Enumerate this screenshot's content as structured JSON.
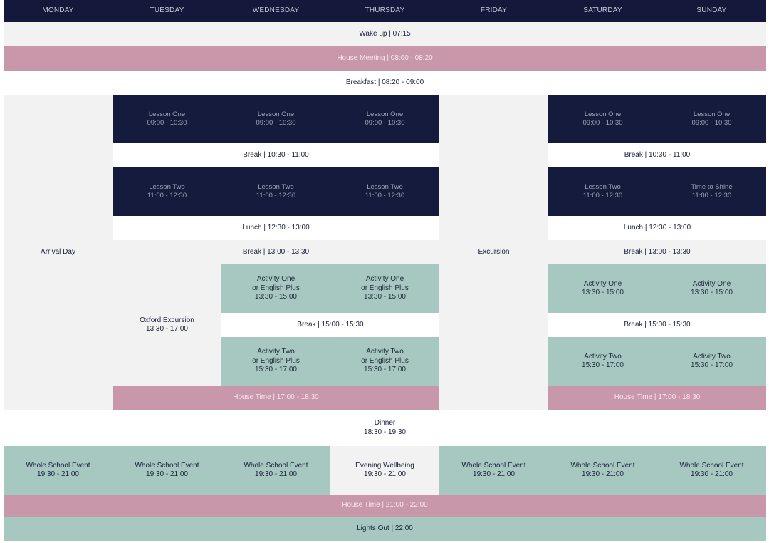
{
  "days": [
    "MONDAY",
    "TUESDAY",
    "WEDNESDAY",
    "THURSDAY",
    "FRIDAY",
    "SATURDAY",
    "SUNDAY"
  ],
  "wake_up": "Wake up | 07:15",
  "house_meeting": "House Meeting | 08:00 - 08:20",
  "breakfast": "Breakfast | 08:20 - 09:00",
  "arrival_day": "Arrival Day",
  "excursion": "Excursion",
  "lesson_one": {
    "tue": "Lesson One\n09:00 - 10:30",
    "wed": "Lesson One\n09:00 - 10:30",
    "thu": "Lesson One\n09:00 - 10:30",
    "sat": "Lesson One\n09:00 - 10:30",
    "sun": "Lesson One\n09:00 - 10:30"
  },
  "break_morning": "Break | 10:30 - 11:00",
  "lesson_two": {
    "tue": "Lesson Two\n11:00 - 12:30",
    "wed": "Lesson Two\n11:00 - 12:30",
    "thu": "Lesson Two\n11:00 - 12:30",
    "sat": "Lesson Two\n11:00 - 12:30",
    "sun": "Time to Shine\n11:00 - 12:30"
  },
  "lunch": "Lunch | 12:30 - 13:00",
  "break_afternoon": "Break | 13:00 - 13:30",
  "oxford_excursion": "Oxford Excursion\n13:30 - 17:00",
  "activity_one": {
    "wed": "Activity One\nor English Plus\n13:30 - 15:00",
    "thu": "Activity One\nor English Plus\n13:30 - 15:00",
    "sat": "Activity One\n13:30 - 15:00",
    "sun": "Activity One\n13:30 - 15:00"
  },
  "break_activity": "Break | 15:00 - 15:30",
  "activity_two": {
    "wed": "Activity Two\nor English Plus\n15:30 - 17:00",
    "thu": "Activity Two\nor English Plus\n15:30 - 17:00",
    "sat": "Activity Two\n15:30 - 17:00",
    "sun": "Activity Two\n15:30 - 17:00"
  },
  "house_time_evening": "House Time | 17:00 - 18:30",
  "dinner": "Dinner\n18:30 - 19:30",
  "evening": {
    "mon": "Whole School Event\n19:30 - 21:00",
    "tue": "Whole School Event\n19:30 - 21:00",
    "wed": "Whole School Event\n19:30 - 21:00",
    "thu": "Evening Wellbeing\n19:30 - 21:00",
    "fri": "Whole School Event\n19:30 - 21:00",
    "sat": "Whole School Event\n19:30 - 21:00",
    "sun": "Whole School Event\n19:30 - 21:00"
  },
  "house_time_night": "House Time | 21:00 - 22:00",
  "lights_out": "Lights Out | 22:00",
  "colors": {
    "navy": "#151b3c",
    "pink": "#c997aa",
    "teal": "#a7c7c1",
    "light_grey": "#f2f2f2"
  }
}
